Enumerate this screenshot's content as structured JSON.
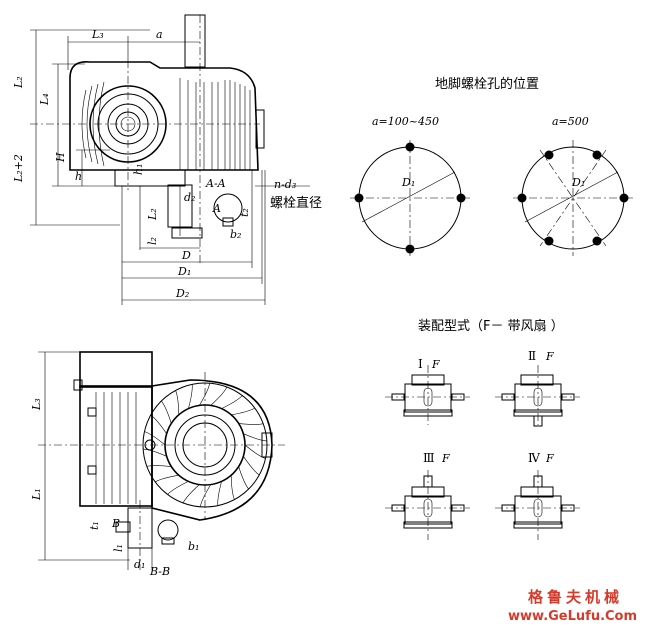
{
  "labels": {
    "L3": "L₃",
    "a": "a",
    "L2": "L₂",
    "L4": "L₄",
    "L2p2": "L₂+2",
    "H": "H",
    "h": "h",
    "h1": "h₁",
    "AA": "A-A",
    "nd3": "n-d₃",
    "bolt_dia": "螺栓直径",
    "d2": "d₂",
    "L2b": "L₂",
    "t2": "t₂",
    "b2": "b₂",
    "l2": "l₂",
    "A": "A",
    "D": "D",
    "D1": "D₁",
    "D2": "D₂",
    "L3b": "L₃",
    "L1": "L₁",
    "t1": "t₁",
    "B": "B",
    "b1": "b₁",
    "l1": "l₁",
    "d1": "d₁",
    "BB": "B-B"
  },
  "bolt_section": {
    "title": "地脚螺栓孔的位置",
    "circle1_label": "a=100~450",
    "circle2_label": "a=500",
    "d1_a": "D₁",
    "d1_b": "D₁"
  },
  "assembly": {
    "title": "装配型式（F－ 带风扇 ）",
    "types": [
      {
        "roman": "Ⅰ",
        "f": "F"
      },
      {
        "roman": "Ⅱ",
        "f": "F"
      },
      {
        "roman": "Ⅲ",
        "f": "F"
      },
      {
        "roman": "Ⅳ",
        "f": "F"
      }
    ]
  },
  "watermark": {
    "cn": "格鲁夫机械",
    "url": "www.GeLufu.Com"
  }
}
